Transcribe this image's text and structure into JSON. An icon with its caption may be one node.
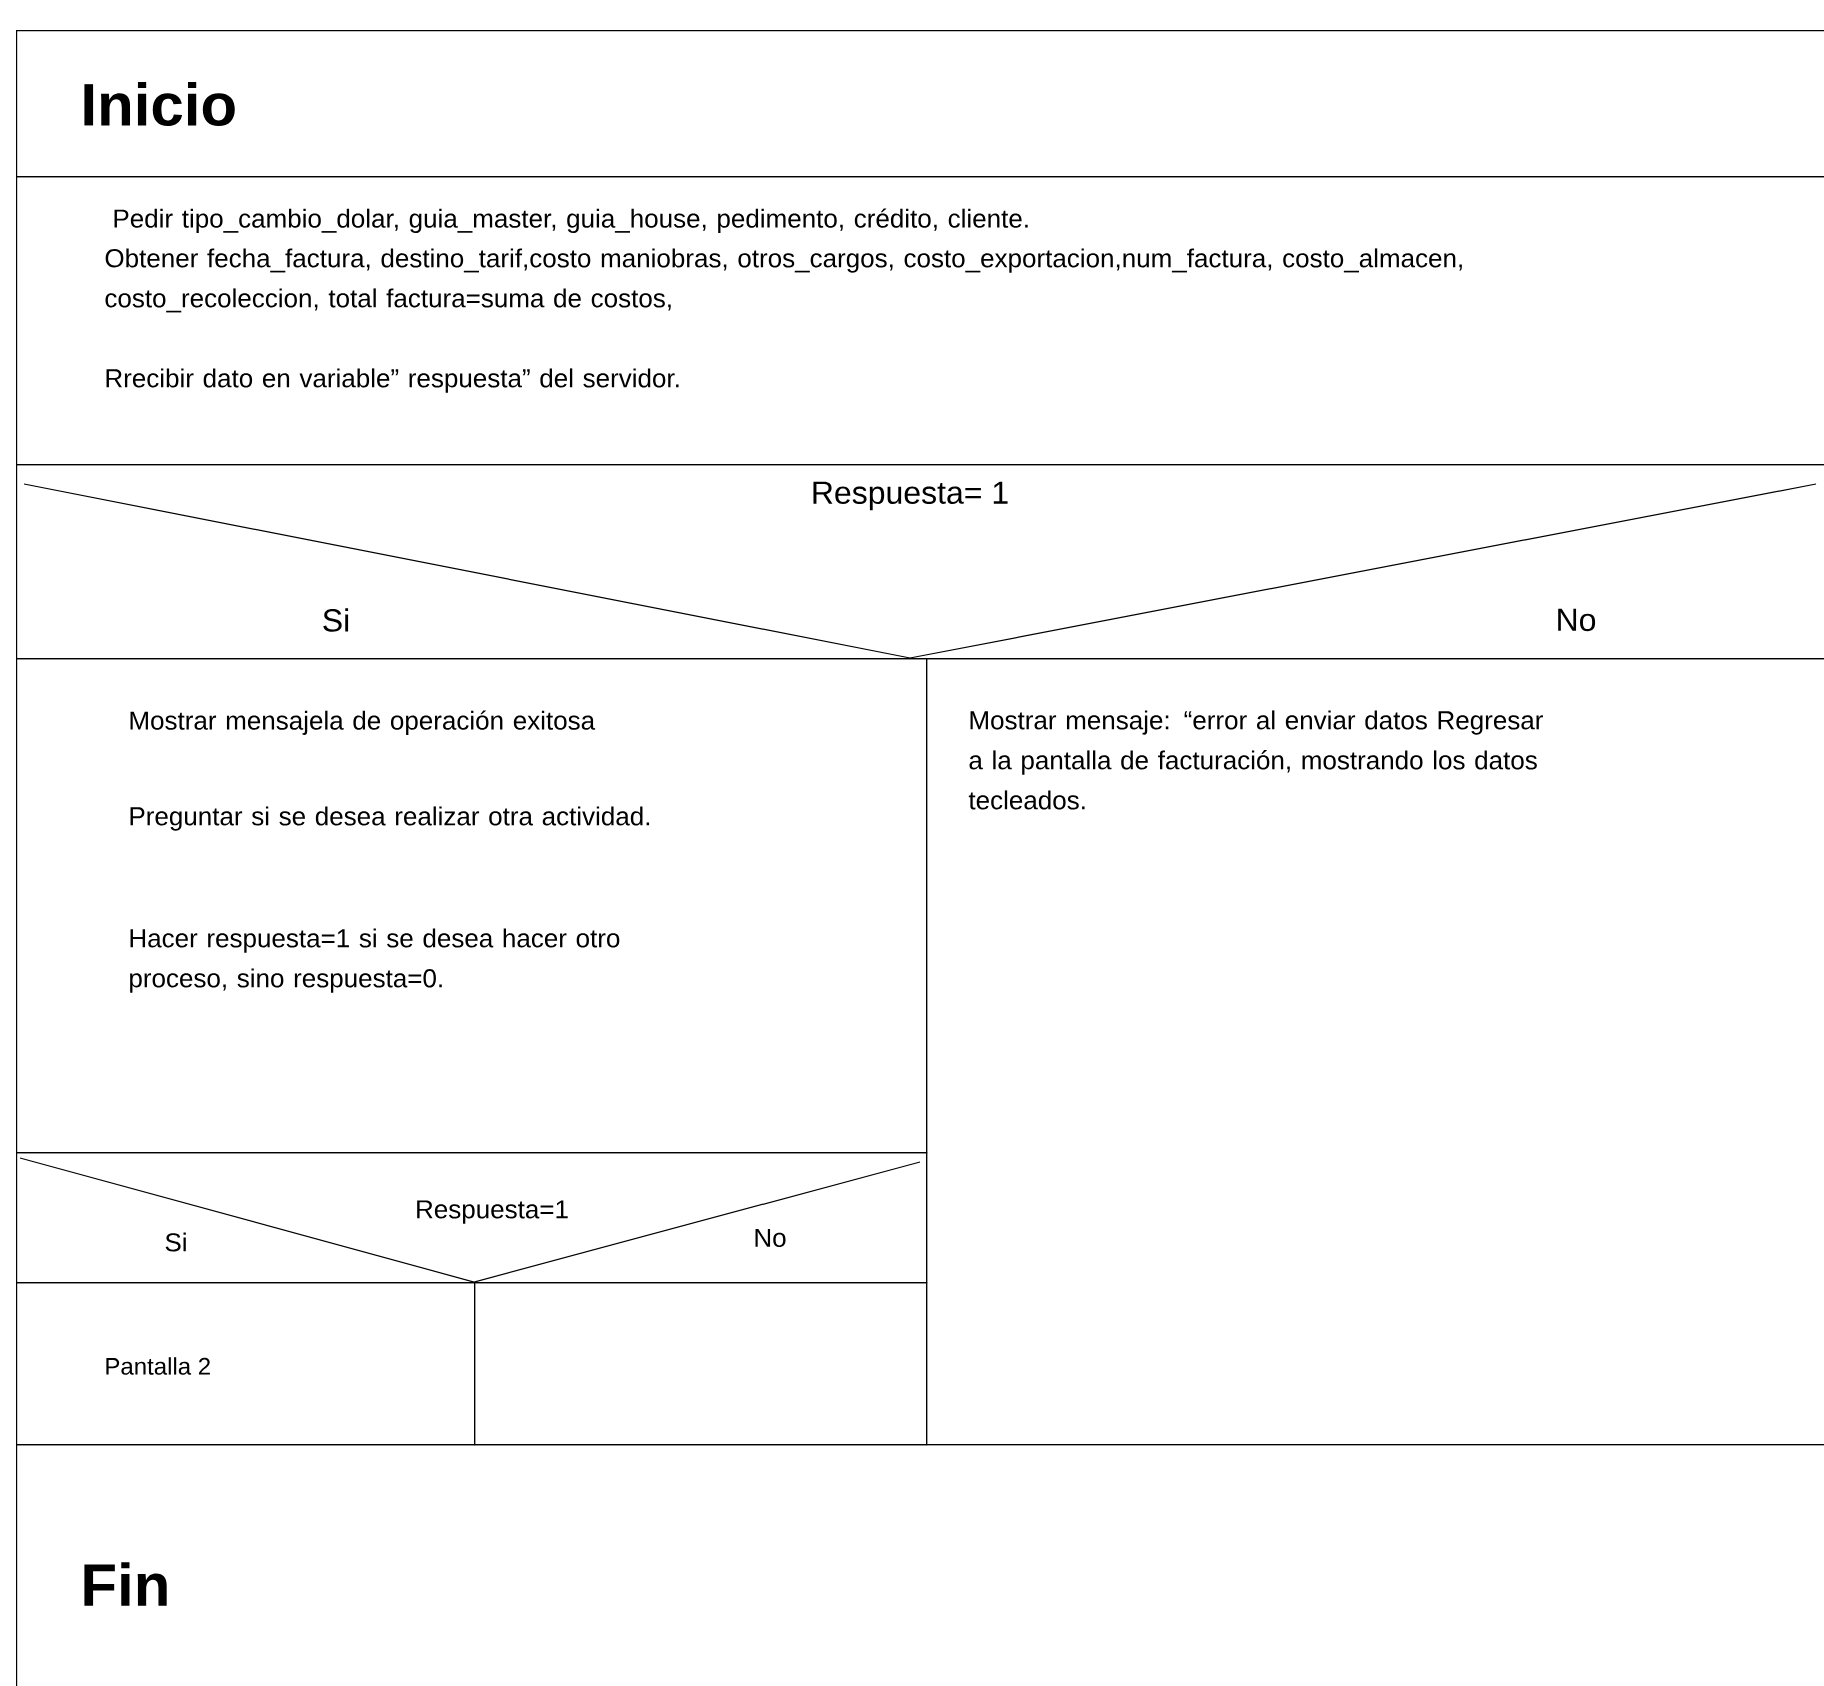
{
  "diagram": {
    "nodes": [
      {
        "text": [
          "Inicio"
        ]
      },
      {
        "text": [
          "Pedir tipo_cambio_dolar, guia_master, guia_house, pedimento, crédito, cliente.",
          "Obtener fecha_factura, destino_tarif,costo maniobras, otros_cargos, costo_exportacion,num_factura, costo_almacen, costo_recoleccion, total factura=suma de costos,",
          "Rrecibir dato en variable” respuesta” del servidor."
        ]
      },
      {
        "text": [
          "Respuesta= 1",
          "Si",
          "No"
        ]
      },
      {
        "text": [
          "Mostrar mensajela de operación exitosa",
          "Preguntar si se desea realizar otra actividad.",
          "Hacer respuesta=1 si se desea hacer otro proceso, sino respuesta=0."
        ]
      },
      {
        "text": [
          "Mostrar mensaje: “error al enviar datos Regresar a la pantalla de facturación, mostrando los datos tecleados."
        ]
      },
      {
        "text": [
          "Respuesta=1",
          "Si",
          "No"
        ]
      },
      {
        "text": [
          "Pantalla 2"
        ]
      },
      {
        "text": [],
        "shape": "box"
      },
      {
        "text": [
          "Fin"
        ]
      }
    ],
    "edges": []
  }
}
